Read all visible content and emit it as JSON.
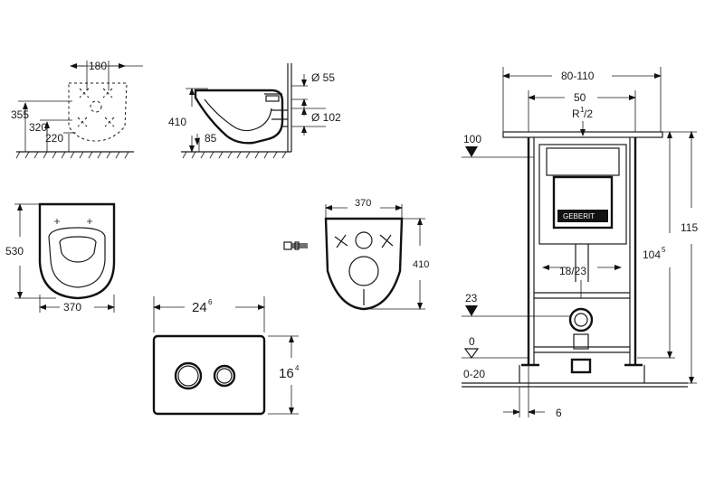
{
  "dimensions": {
    "wc_top_width": "180",
    "wc_side_355": "355",
    "wc_side_320": "320",
    "wc_side_220": "220",
    "wc_height": "410",
    "wc_85": "85",
    "pipe_55": "Ø 55",
    "pipe_102": "Ø 102",
    "bowl_length": "530",
    "bowl_width": "370",
    "plate_width": "370",
    "plate_height": "410",
    "button_width_main": "24",
    "button_width_sup": "6",
    "button_height_main": "16",
    "button_height_sup": "4",
    "frame_width_range": "80-110",
    "frame_inner": "50",
    "connection_main": "R",
    "connection_sup": "1",
    "connection_sub": "/2",
    "level_100": "100",
    "height_115": "115",
    "height_104_main": "104",
    "height_104_sup": "5",
    "range_18_23": "18/23",
    "level_23": "23",
    "level_0": "0",
    "floor_range": "0-20",
    "depth_6": "6"
  },
  "brand": {
    "logo_text": "GEBERIT"
  }
}
